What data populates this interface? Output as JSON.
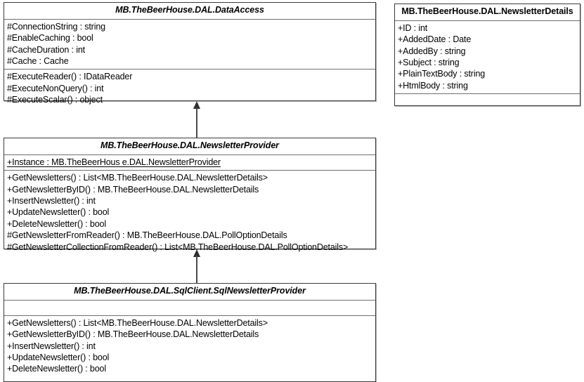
{
  "diagram": {
    "type": "uml-class-diagram",
    "background_color": "#ffffff",
    "border_color": "#3a3a3a",
    "text_color": "#000000"
  },
  "classes": {
    "data_access": {
      "name": "MB.TheBeerHouse.DAL.DataAccess",
      "stereotype": "abstract",
      "attributes": [
        "#ConnectionString : string",
        "#EnableCaching : bool",
        "#CacheDuration : int",
        "#Cache : Cache"
      ],
      "operations": [
        "#ExecuteReader() : IDataReader",
        "#ExecuteNonQuery() : int",
        "#ExecuteScalar() : object"
      ]
    },
    "newsletter_details": {
      "name": "MB.TheBeerHouse.DAL.NewsletterDetails",
      "stereotype": "concrete",
      "attributes": [
        "+ID : int",
        "+AddedDate : Date",
        "+AddedBy : string",
        "+Subject : string",
        "+PlainTextBody : string",
        "+HtmlBody : string"
      ],
      "operations": []
    },
    "newsletter_provider": {
      "name": "MB.TheBeerHouse.DAL.NewsletterProvider",
      "stereotype": "abstract",
      "attributes": [
        "+Instance : MB.TheBeerHous e.DAL.NewsletterProvider"
      ],
      "operations": [
        "+GetNewsletters() : List<MB.TheBeerHouse.DAL.NewsletterDetails>",
        "+GetNewsletterByID() : MB.TheBeerHouse.DAL.NewsletterDetails",
        "+InsertNewsletter() : int",
        "+UpdateNewsletter() : bool",
        "+DeleteNewsletter() : bool",
        "#GetNewsletterFromReader() : MB.TheBeerHouse.DAL.PollOptionDetails",
        "#GetNewsletterCollectionFromReader() : List<MB.TheBeerHouse.DAL.PollOptionDetails>"
      ]
    },
    "sql_newsletter_provider": {
      "name": "MB.TheBeerHouse.DAL.SqlClient.SqlNewsletterProvider",
      "stereotype": "abstract",
      "attributes": [],
      "operations": [
        "+GetNewsletters() : List<MB.TheBeerHouse.DAL.NewsletterDetails>",
        "+GetNewsletterByID() : MB.TheBeerHouse.DAL.NewsletterDetails",
        "+InsertNewsletter() : int",
        "+UpdateNewsletter() : bool",
        "+DeleteNewsletter() : bool"
      ]
    }
  },
  "relationships": [
    {
      "kind": "generalization",
      "from": "MB.TheBeerHouse.DAL.NewsletterProvider",
      "to": "MB.TheBeerHouse.DAL.DataAccess"
    },
    {
      "kind": "generalization",
      "from": "MB.TheBeerHouse.DAL.SqlClient.SqlNewsletterProvider",
      "to": "MB.TheBeerHouse.DAL.NewsletterProvider"
    }
  ]
}
